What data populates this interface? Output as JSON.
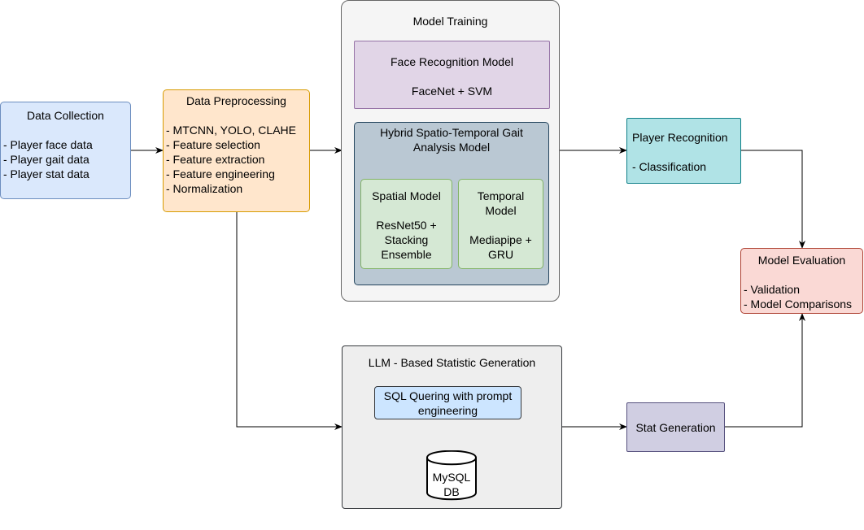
{
  "colors": {
    "collection": "#dae8fc",
    "collection_border": "#6c8ebf",
    "preprocessing": "#ffe6cc",
    "preprocessing_border": "#d79b00",
    "training_container": "#f5f5f5",
    "training_border": "#666666",
    "face_model": "#e1d5e7",
    "face_model_border": "#9673a6",
    "hybrid": "#bac8d3",
    "hybrid_border": "#23445d",
    "sub_model": "#d5e8d4",
    "sub_model_border": "#82b366",
    "recognition": "#b0e3e6",
    "recognition_border": "#0e8088",
    "evaluation": "#fad9d5",
    "evaluation_border": "#ae4132",
    "llm_container": "#eeeeee",
    "llm_border": "#36393d",
    "sql": "#cce5ff",
    "sql_border": "#36393d",
    "stat": "#d0cee2",
    "stat_border": "#56517e",
    "edge": "#000000",
    "db_edge": "#c73500"
  },
  "data_collection": {
    "title": "Data Collection",
    "items": [
      "- Player face data",
      "- Player gait data",
      "- Player stat data"
    ]
  },
  "data_preprocessing": {
    "title": "Data Preprocessing",
    "items": [
      "- MTCNN, YOLO, CLAHE",
      "- Feature selection",
      "- Feature extraction",
      "- Feature engineering",
      "- Normalization"
    ]
  },
  "model_training": {
    "title": "Model Training",
    "face_model": {
      "title": "Face Recognition Model",
      "detail": "FaceNet + SVM"
    },
    "hybrid_model": {
      "title": "Hybrid Spatio-Temporal Gait\nAnalysis Model",
      "spatial": {
        "title": "Spatial Model",
        "detail": "ResNet50 +\nStacking\nEnsemble"
      },
      "temporal": {
        "title": "Temporal\nModel",
        "detail": "Mediapipe +\nGRU"
      }
    }
  },
  "player_recognition": {
    "title": "Player Recognition",
    "detail": "- Classification"
  },
  "model_evaluation": {
    "title": "Model Evaluation",
    "items": [
      "- Validation",
      "- Model Comparisons"
    ]
  },
  "llm_generation": {
    "title": "LLM - Based Statistic Generation",
    "sql": "SQL Quering with prompt\nengineering",
    "db": "MySQL\nDB"
  },
  "stat_generation": {
    "title": "Stat Generation"
  }
}
